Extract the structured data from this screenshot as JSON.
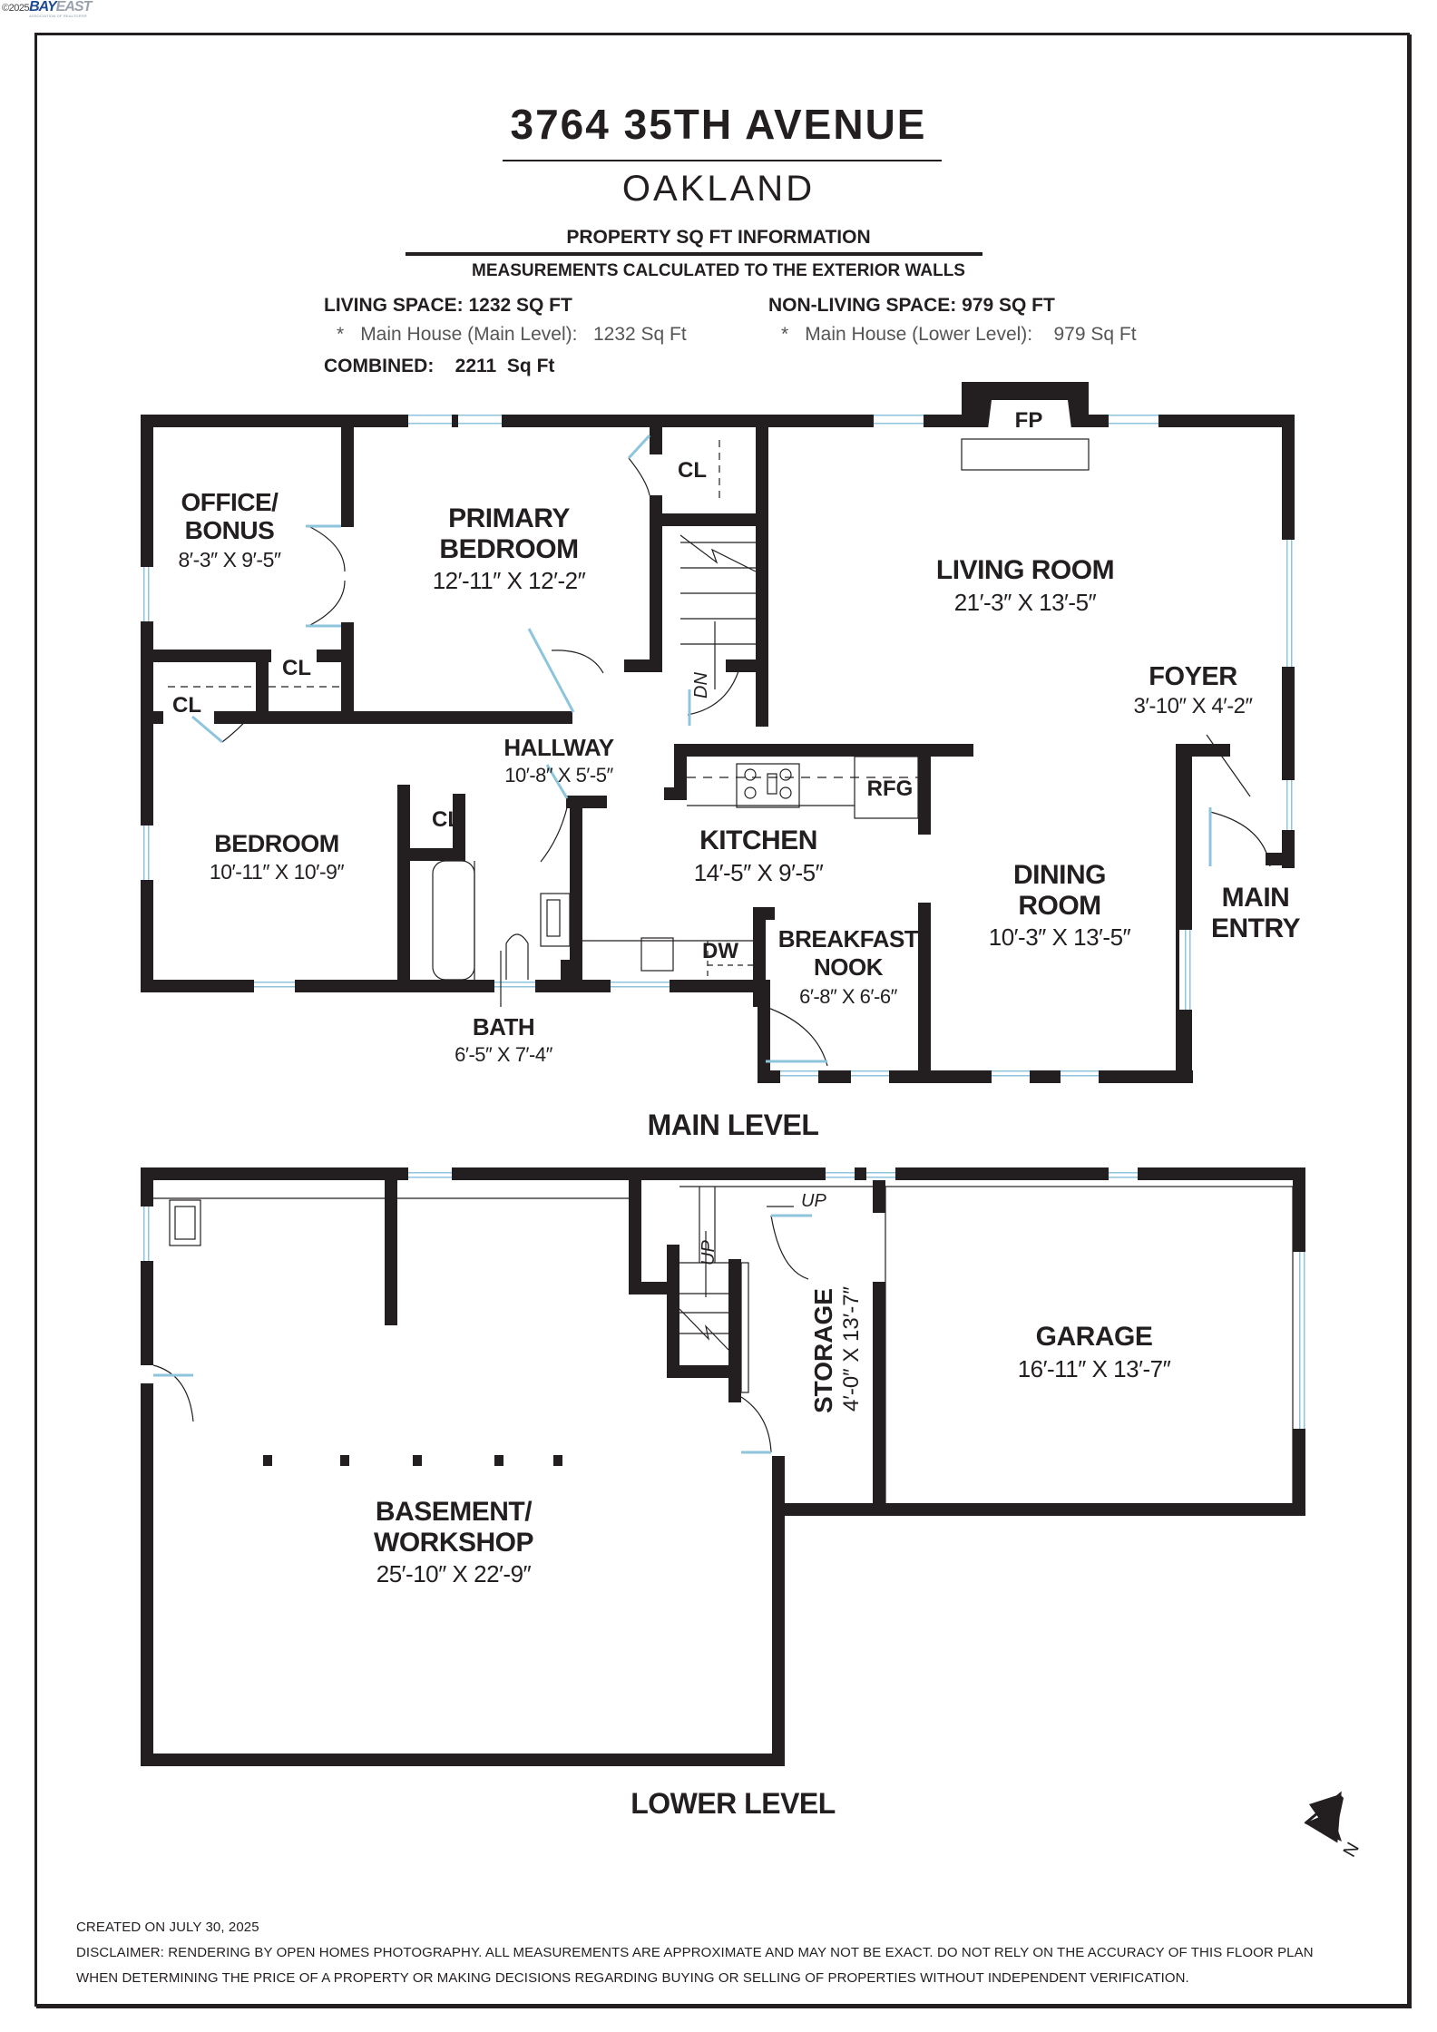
{
  "branding": {
    "copyright": "©2025",
    "logo_part1": "BAY",
    "logo_part2": "EAST",
    "logo_subtitle": "ASSOCIATION OF REALTORS®"
  },
  "header": {
    "address": "3764 35TH AVENUE",
    "city": "OAKLAND",
    "info_heading": "PROPERTY SQ FT INFORMATION",
    "info_subheading": "MEASUREMENTS CALCULATED TO THE EXTERIOR WALLS"
  },
  "square_footage": {
    "living": {
      "label": "LIVING SPACE: 1232 SQ FT",
      "bullet": "*",
      "item_label": "Main House (Main Level):",
      "item_value": "1232 Sq Ft"
    },
    "non_living": {
      "label": "NON-LIVING SPACE: 979 SQ FT",
      "bullet": "*",
      "item_label": "Main House (Lower Level):",
      "item_value": "979 Sq Ft"
    },
    "combined_label": "COMBINED:",
    "combined_value": "2211  Sq Ft"
  },
  "main_level": {
    "label": "MAIN LEVEL",
    "rooms": [
      {
        "name": "OFFICE/",
        "name2": "BONUS",
        "dims": "8′-3″ X 9′-5″"
      },
      {
        "name": "PRIMARY",
        "name2": "BEDROOM",
        "dims": "12′-11″ X 12′-2″"
      },
      {
        "name": "LIVING ROOM",
        "dims": "21′-3″ X 13′-5″"
      },
      {
        "name": "FOYER",
        "dims": "3′-10″ X 4′-2″"
      },
      {
        "name": "HALLWAY",
        "dims": "10′-8″ X 5′-5″"
      },
      {
        "name": "BEDROOM",
        "dims": "10′-11″ X 10′-9″"
      },
      {
        "name": "KITCHEN",
        "dims": "14′-5″ X 9′-5″"
      },
      {
        "name": "DINING",
        "name2": "ROOM",
        "dims": "10′-3″ X 13′-5″"
      },
      {
        "name": "BREAKFAST",
        "name2": "NOOK",
        "dims": "6′-8″ X 6′-6″"
      },
      {
        "name": "BATH",
        "dims": "6′-5″ X 7′-4″"
      },
      {
        "name": "MAIN",
        "name2": "ENTRY"
      }
    ],
    "fixtures": {
      "closet": "CL",
      "fireplace": "FP",
      "refrigerator": "RFG",
      "dishwasher": "DW",
      "stairs_down": "DN"
    }
  },
  "lower_level": {
    "label": "LOWER LEVEL",
    "rooms": [
      {
        "name": "BASEMENT/",
        "name2": "WORKSHOP",
        "dims": "25′-10″ X 22′-9″"
      },
      {
        "name": "STORAGE",
        "dims": "4′-0″ X 13′-7″"
      },
      {
        "name": "GARAGE",
        "dims": "16′-11″ X 13′-7″"
      }
    ],
    "stairs_up": "UP"
  },
  "compass": {
    "north_label": "N"
  },
  "footer": {
    "created": "CREATED ON JULY 30, 2025",
    "disclaimer_line1": "DISCLAIMER: RENDERING BY OPEN HOMES PHOTOGRAPHY. ALL MEASUREMENTS ARE APPROXIMATE AND MAY NOT BE EXACT. DO NOT RELY ON THE ACCURACY OF THIS FLOOR PLAN",
    "disclaimer_line2": "WHEN DETERMINING THE PRICE OF A PROPERTY OR MAKING DECISIONS REGARDING BUYING OR SELLING OF PROPERTIES WITHOUT INDEPENDENT VERIFICATION."
  },
  "colors": {
    "wall": "#231f20",
    "window": "#8ec5dc",
    "background": "#ffffff"
  }
}
